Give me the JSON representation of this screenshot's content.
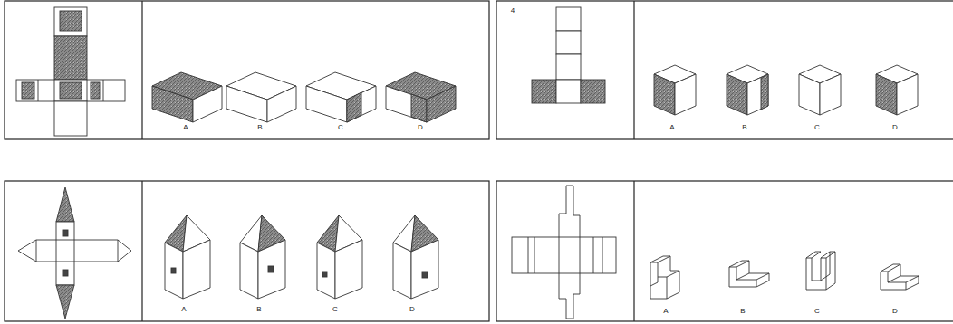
{
  "diagram": {
    "labels": [
      "A",
      "B",
      "C",
      "D",
      "4",
      "A",
      "B",
      "C",
      "D",
      "A",
      "B",
      "C",
      "D",
      "A",
      "B",
      "C",
      "D"
    ]
  }
}
